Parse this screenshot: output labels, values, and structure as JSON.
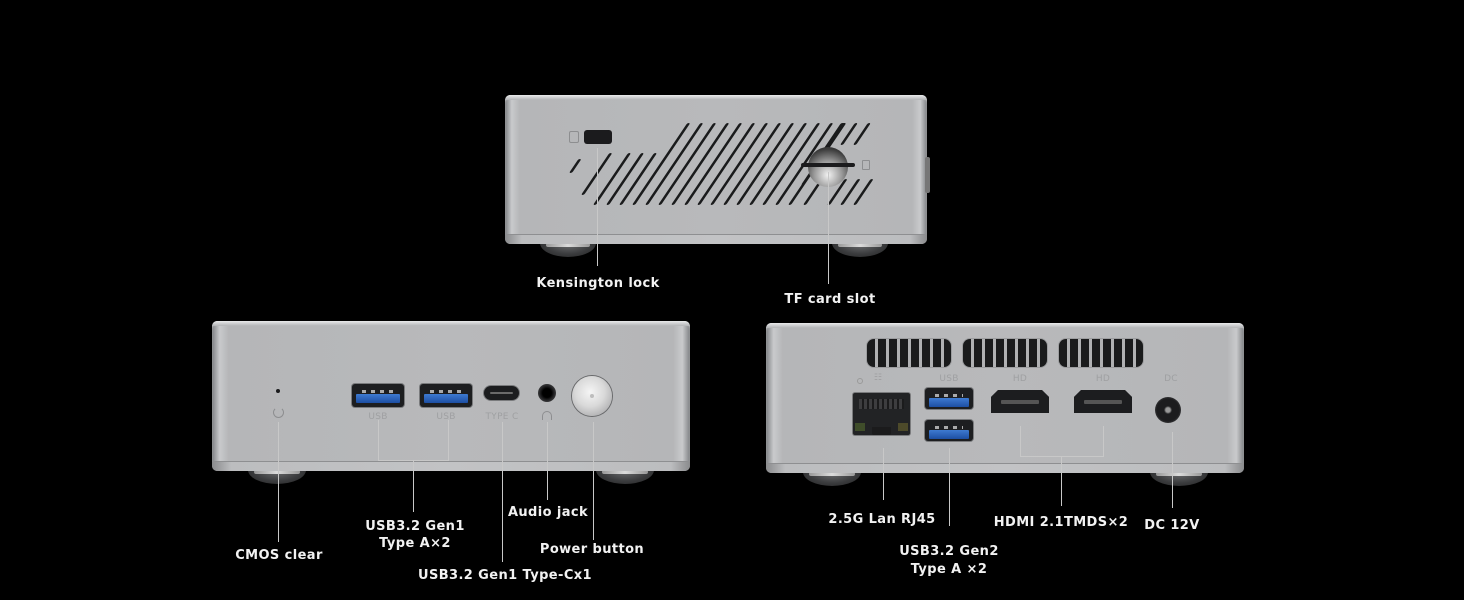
{
  "image": {
    "description": "Mini PC port layout diagram showing three views on black background",
    "background": "#000000",
    "chassis_color": "#b8b9bb"
  },
  "side_view": {
    "callouts": [
      {
        "id": "kensington",
        "label": "Kensington lock"
      },
      {
        "id": "tf_card",
        "label": "TF card slot"
      }
    ]
  },
  "front_view": {
    "port_markings": {
      "usb_1": "USB",
      "usb_2": "USB",
      "type_c": "TYPE C"
    },
    "callouts": [
      {
        "id": "cmos",
        "label": "CMOS clear"
      },
      {
        "id": "usb_gen1",
        "line1": "USB3.2 Gen1",
        "line2": "Type A×2"
      },
      {
        "id": "typec",
        "label": "USB3.2 Gen1 Type-Cx1"
      },
      {
        "id": "audio",
        "label": "Audio jack"
      },
      {
        "id": "power",
        "label": "Power button"
      }
    ]
  },
  "rear_view": {
    "port_markings": {
      "usb": "USB",
      "hd_1": "HD",
      "hd_2": "HD",
      "dc": "DC"
    },
    "callouts": [
      {
        "id": "lan",
        "label": "2.5G Lan RJ45"
      },
      {
        "id": "usb_gen2",
        "line1": "USB3.2 Gen2",
        "line2": "Type A ×2"
      },
      {
        "id": "hdmi",
        "label": "HDMI 2.1TMDS×2"
      },
      {
        "id": "dc",
        "label": "DC 12V"
      }
    ]
  }
}
